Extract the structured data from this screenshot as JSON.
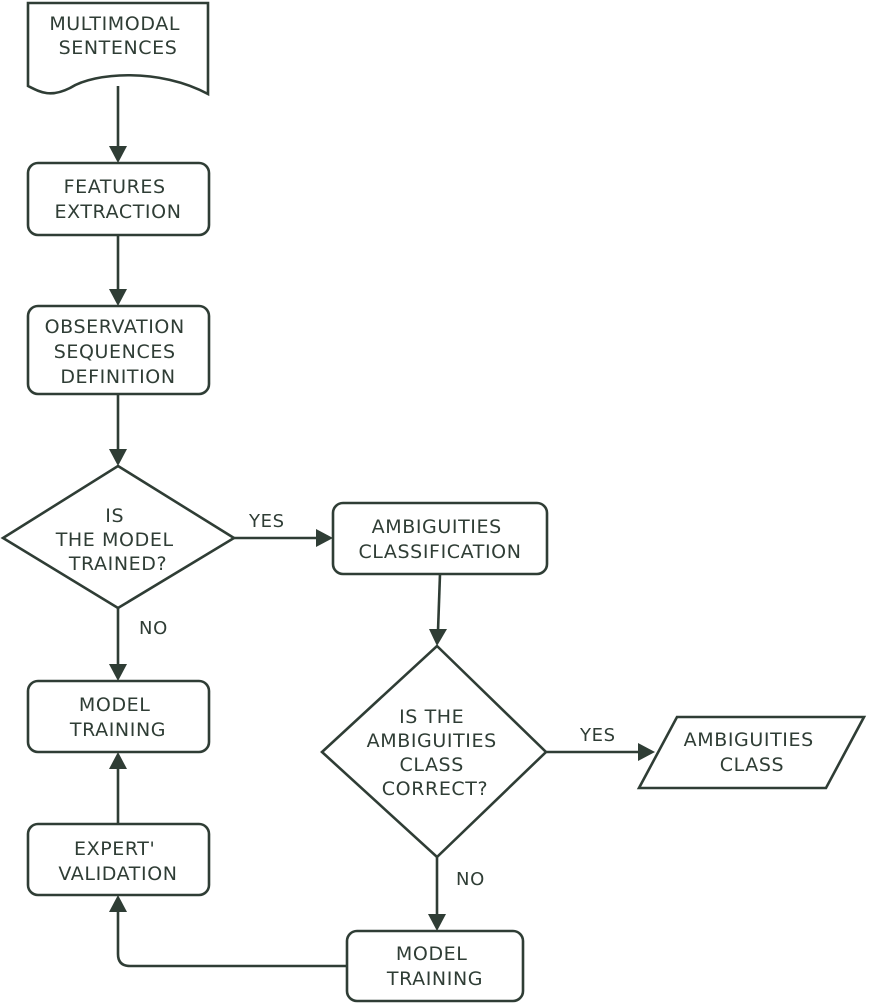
{
  "nodes": {
    "multimodal_sentences": [
      "MULTIMODAL",
      "SENTENCES"
    ],
    "features_extraction": [
      "FEATURES",
      "EXTRACTION"
    ],
    "observation_sequences": [
      "OBSERVATION",
      "SEQUENCES",
      "DEFINITION"
    ],
    "is_model_trained": [
      "IS",
      "THE MODEL",
      "TRAINED?"
    ],
    "ambiguities_classification": [
      "AMBIGUITIES",
      "CLASSIFICATION"
    ],
    "model_training_left": [
      "MODEL",
      "TRAINING"
    ],
    "is_class_correct": [
      "IS THE",
      "AMBIGUITIES",
      "CLASS",
      "CORRECT?"
    ],
    "ambiguities_class": [
      "AMBIGUITIES",
      "CLASS"
    ],
    "expert_validation": [
      "EXPERT'",
      "VALIDATION"
    ],
    "model_training_bottom": [
      "MODEL",
      "TRAINING"
    ]
  },
  "edge_labels": {
    "trained_yes": "YES",
    "trained_no": "NO",
    "correct_yes": "YES",
    "correct_no": "NO"
  }
}
